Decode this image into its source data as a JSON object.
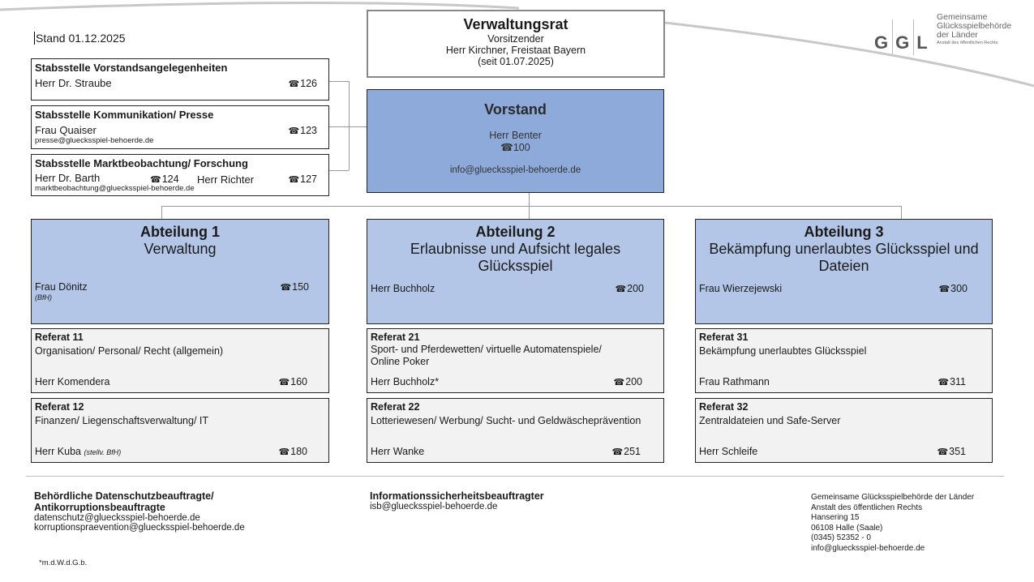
{
  "stand": "Stand 01.12.2025",
  "tel_icon": "☎",
  "logo": {
    "letters": [
      "G",
      "G",
      "L"
    ],
    "line1": "Gemeinsame",
    "line2": "Glücksspielbehörde",
    "line3": "der Länder",
    "line4": "Anstalt des öffentlichen Rechts"
  },
  "verwaltungsrat": {
    "title": "Verwaltungsrat",
    "role": "Vorsitzender",
    "person": "Herr Kirchner, Freistaat Bayern",
    "since": "(seit 01.07.2025)"
  },
  "vorstand": {
    "title": "Vorstand",
    "person": "Herr Benter",
    "phone": "100",
    "email": "info@gluecksspiel-behoerde.de"
  },
  "stabsstellen": [
    {
      "title": "Stabsstelle Vorstandsangelegenheiten",
      "person": "Herr Dr. Straube",
      "phone": "126"
    },
    {
      "title": "Stabsstelle Kommunikation/ Presse",
      "person": "Frau Quaiser",
      "phone": "123",
      "email": "presse@gluecksspiel-behoerde.de"
    },
    {
      "title": "Stabsstelle Marktbeobachtung/ Forschung",
      "person": "Herr Dr. Barth",
      "phone": "124",
      "person2": "Herr Richter",
      "phone2": "127",
      "email": "marktbeobachtung@gluecksspiel-behoerde.de"
    }
  ],
  "abteilungen": [
    {
      "title": "Abteilung 1",
      "subtitle": "Verwaltung",
      "person": "Frau Dönitz",
      "note": "(BfH)",
      "phone": "150",
      "referate": [
        {
          "title": "Referat 11",
          "desc": "Organisation/ Personal/ Recht (allgemein)",
          "person": "Herr Komendera",
          "note": "",
          "phone": "160"
        },
        {
          "title": "Referat 12",
          "desc": "Finanzen/ Liegenschaftsverwaltung/ IT",
          "person": "Herr Kuba",
          "note": "(stellv. BfH)",
          "phone": "180"
        }
      ]
    },
    {
      "title": "Abteilung 2",
      "subtitle": "Erlaubnisse und Aufsicht legales Glücksspiel",
      "person": "Herr Buchholz",
      "note": "",
      "phone": "200",
      "referate": [
        {
          "title": "Referat 21",
          "desc": "Sport- und Pferdewetten/ virtuelle Automatenspiele/ Online Poker",
          "person": "Herr Buchholz*",
          "note": "",
          "phone": "200"
        },
        {
          "title": "Referat 22",
          "desc": "Lotteriewesen/ Werbung/ Sucht- und Geldwäscheprävention",
          "person": "Herr Wanke",
          "note": "",
          "phone": "251"
        }
      ]
    },
    {
      "title": "Abteilung 3",
      "subtitle": "Bekämpfung unerlaubtes Glücksspiel und Dateien",
      "person": "Frau Wierzejewski",
      "note": "",
      "phone": "300",
      "referate": [
        {
          "title": "Referat 31",
          "desc": "Bekämpfung unerlaubtes Glücksspiel",
          "person": "Frau Rathmann",
          "note": "",
          "phone": "311"
        },
        {
          "title": "Referat 32",
          "desc": "Zentraldateien und Safe-Server",
          "person": "Herr Schleife",
          "note": "",
          "phone": "351"
        }
      ]
    }
  ],
  "footer": {
    "dsb_title1": "Behördliche Datenschutzbeauftragte/",
    "dsb_title2": "Antikorruptionsbeauftragte",
    "dsb_email1": "datenschutz@gluecksspiel-behoerde.de",
    "dsb_email2": "korruptionspraevention@gluecksspiel-behoerde.de",
    "isb_title": "Informationssicherheitsbeauftragter",
    "isb_email": "isb@gluecksspiel-behoerde.de",
    "address": [
      "Gemeinsame Glücksspielbehörde der Länder",
      "Anstalt des öffentlichen Rechts",
      "Hansering 15",
      "06108 Halle (Saale)",
      "(0345) 52352 - 0",
      "info@gluecksspiel-behoerde.de"
    ],
    "footnote": "*m.d.W.d.G.b."
  }
}
